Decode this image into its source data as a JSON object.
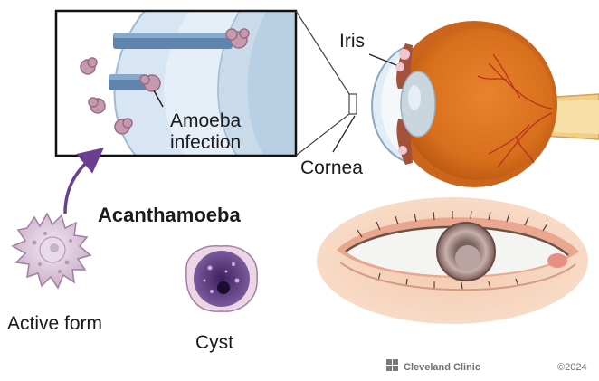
{
  "labels": {
    "iris": "Iris",
    "cornea": "Cornea",
    "amoeba_line1": "Amoeba",
    "amoeba_line2": "infection",
    "acanthamoeba": "Acanthamoeba",
    "active_form": "Active form",
    "cyst": "Cyst"
  },
  "credit": {
    "org": "Cleveland Clinic",
    "year": "©2024"
  },
  "colors": {
    "accent_purple": "#6a3f8f",
    "sclera_orange": "#d9731e",
    "cornea_blue": "#cfe0ef",
    "amoeba_pink": "#c8a0b4"
  }
}
